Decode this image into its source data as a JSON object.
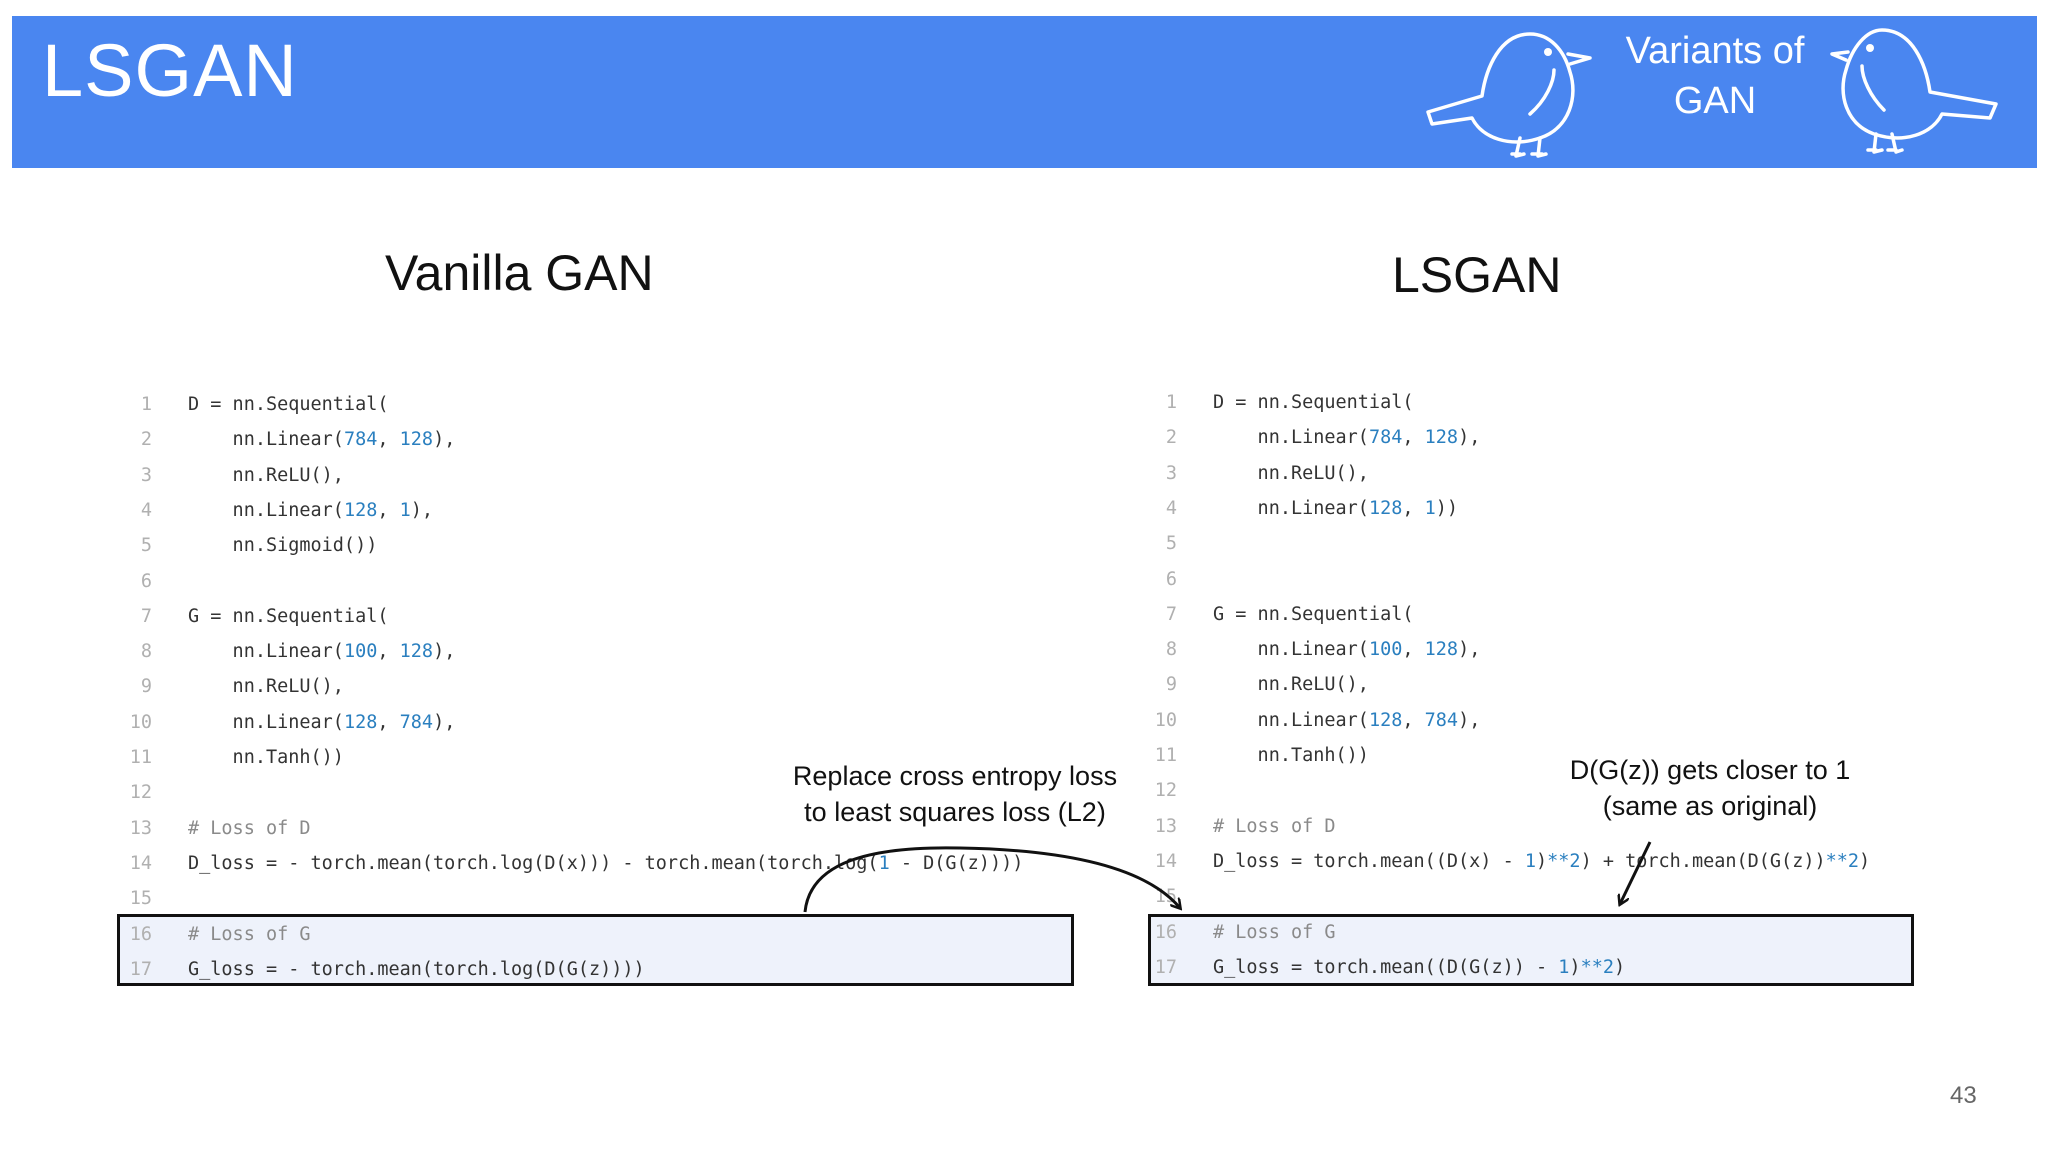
{
  "header": {
    "title": "LSGAN",
    "badge": [
      "Variants of",
      "GAN"
    ]
  },
  "left": {
    "heading": "Vanilla GAN",
    "lines": [
      {
        "n": "1",
        "segs": [
          [
            "D = nn.Sequential(",
            "p"
          ]
        ]
      },
      {
        "n": "2",
        "segs": [
          [
            "    nn.Linear(",
            "p"
          ],
          [
            "784",
            "n"
          ],
          [
            ", ",
            "p"
          ],
          [
            "128",
            "n"
          ],
          [
            "),",
            "p"
          ]
        ]
      },
      {
        "n": "3",
        "segs": [
          [
            "    nn.ReLU(),",
            "p"
          ]
        ]
      },
      {
        "n": "4",
        "segs": [
          [
            "    nn.Linear(",
            "p"
          ],
          [
            "128",
            "n"
          ],
          [
            ", ",
            "p"
          ],
          [
            "1",
            "n"
          ],
          [
            "),",
            "p"
          ]
        ]
      },
      {
        "n": "5",
        "segs": [
          [
            "    nn.Sigmoid())",
            "p"
          ]
        ]
      },
      {
        "n": "6",
        "segs": []
      },
      {
        "n": "7",
        "segs": [
          [
            "G = nn.Sequential(",
            "p"
          ]
        ]
      },
      {
        "n": "8",
        "segs": [
          [
            "    nn.Linear(",
            "p"
          ],
          [
            "100",
            "n"
          ],
          [
            ", ",
            "p"
          ],
          [
            "128",
            "n"
          ],
          [
            "),",
            "p"
          ]
        ]
      },
      {
        "n": "9",
        "segs": [
          [
            "    nn.ReLU(),",
            "p"
          ]
        ]
      },
      {
        "n": "10",
        "segs": [
          [
            "    nn.Linear(",
            "p"
          ],
          [
            "128",
            "n"
          ],
          [
            ", ",
            "p"
          ],
          [
            "784",
            "n"
          ],
          [
            "),",
            "p"
          ]
        ]
      },
      {
        "n": "11",
        "segs": [
          [
            "    nn.Tanh())",
            "p"
          ]
        ]
      },
      {
        "n": "12",
        "segs": []
      },
      {
        "n": "13",
        "segs": [
          [
            "# Loss of D",
            "c"
          ]
        ]
      },
      {
        "n": "14",
        "segs": [
          [
            "D_loss = - torch.mean(torch.log(D(x))) - torch.mean(torch.log(",
            "p"
          ],
          [
            "1",
            "n"
          ],
          [
            " - D(G(z))))",
            "p"
          ]
        ]
      },
      {
        "n": "15",
        "segs": []
      },
      {
        "n": "16",
        "segs": [
          [
            "# Loss of G",
            "c"
          ]
        ]
      },
      {
        "n": "17",
        "segs": [
          [
            "G_loss = - torch.mean(torch.log(D(G(z))))",
            "p"
          ]
        ]
      }
    ],
    "annotation": [
      "Replace cross entropy loss",
      "to least squares loss (L2)"
    ]
  },
  "right": {
    "heading": "LSGAN",
    "lines": [
      {
        "n": "1",
        "segs": [
          [
            "D = nn.Sequential(",
            "p"
          ]
        ]
      },
      {
        "n": "2",
        "segs": [
          [
            "    nn.Linear(",
            "p"
          ],
          [
            "784",
            "n"
          ],
          [
            ", ",
            "p"
          ],
          [
            "128",
            "n"
          ],
          [
            "),",
            "p"
          ]
        ]
      },
      {
        "n": "3",
        "segs": [
          [
            "    nn.ReLU(),",
            "p"
          ]
        ]
      },
      {
        "n": "4",
        "segs": [
          [
            "    nn.Linear(",
            "p"
          ],
          [
            "128",
            "n"
          ],
          [
            ", ",
            "p"
          ],
          [
            "1",
            "n"
          ],
          [
            "))",
            "p"
          ]
        ]
      },
      {
        "n": "5",
        "segs": []
      },
      {
        "n": "6",
        "segs": []
      },
      {
        "n": "7",
        "segs": [
          [
            "G = nn.Sequential(",
            "p"
          ]
        ]
      },
      {
        "n": "8",
        "segs": [
          [
            "    nn.Linear(",
            "p"
          ],
          [
            "100",
            "n"
          ],
          [
            ", ",
            "p"
          ],
          [
            "128",
            "n"
          ],
          [
            "),",
            "p"
          ]
        ]
      },
      {
        "n": "9",
        "segs": [
          [
            "    nn.ReLU(),",
            "p"
          ]
        ]
      },
      {
        "n": "10",
        "segs": [
          [
            "    nn.Linear(",
            "p"
          ],
          [
            "128",
            "n"
          ],
          [
            ", ",
            "p"
          ],
          [
            "784",
            "n"
          ],
          [
            "),",
            "p"
          ]
        ]
      },
      {
        "n": "11",
        "segs": [
          [
            "    nn.Tanh())",
            "p"
          ]
        ]
      },
      {
        "n": "12",
        "segs": []
      },
      {
        "n": "13",
        "segs": [
          [
            "# Loss of D",
            "c"
          ]
        ]
      },
      {
        "n": "14",
        "segs": [
          [
            "D_loss = torch.mean((D(x) - ",
            "p"
          ],
          [
            "1",
            "n"
          ],
          [
            ")",
            "p"
          ],
          [
            "**2",
            "n"
          ],
          [
            ") + torch.mean(D(G(z))",
            "p"
          ],
          [
            "**2",
            "n"
          ],
          [
            ")",
            "p"
          ]
        ]
      },
      {
        "n": "15",
        "segs": []
      },
      {
        "n": "16",
        "segs": [
          [
            "# Loss of G",
            "c"
          ]
        ]
      },
      {
        "n": "17",
        "segs": [
          [
            "G_loss = torch.mean((D(G(z)) - ",
            "p"
          ],
          [
            "1",
            "n"
          ],
          [
            ")",
            "p"
          ],
          [
            "**2",
            "n"
          ],
          [
            ")",
            "p"
          ]
        ]
      }
    ],
    "annotation": [
      "D(G(z)) gets closer to 1",
      "(same as original)"
    ]
  },
  "page_number": "43"
}
